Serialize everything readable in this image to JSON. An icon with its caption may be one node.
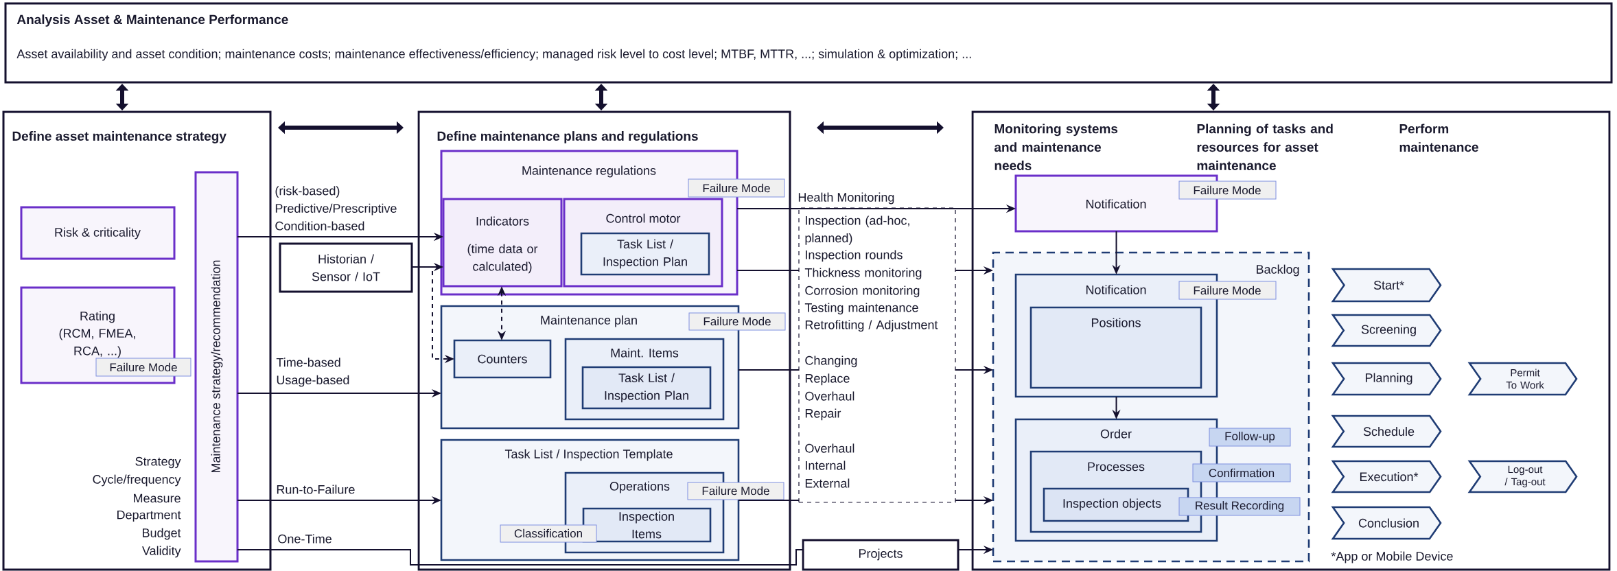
{
  "diagram": {
    "nodes": [
      {
        "text": [
          "Analysis Asset & Maintenance Performance",
          "Asset availability and asset condition; maintenance costs; maintenance effectiveness/efficiency; managed risk level to cost level; MTBF, MTTR, ...; simulation & optimization; ..."
        ]
      },
      {
        "text": [
          "Define asset maintenance strategy"
        ]
      },
      {
        "text": [
          "Risk & criticality"
        ],
        "in": 1
      },
      {
        "text": [
          "Rating",
          "(RCM, FMEA, RCA, ...)"
        ],
        "in": 1
      },
      {
        "text": [
          "Failure Mode"
        ],
        "in": 1
      },
      {
        "text": [
          "Maintenance strategy/recommendation"
        ],
        "in": 1
      },
      {
        "text": [
          "Define maintenance plans and regulations"
        ]
      },
      {
        "text": [
          "Maintenance regulations"
        ],
        "in": 6
      },
      {
        "text": [
          "Failure Mode"
        ],
        "in": 6
      },
      {
        "text": [
          "Indicators",
          "(time data or calculated)"
        ],
        "in": 7
      },
      {
        "text": [
          "Control motor"
        ],
        "in": 7
      },
      {
        "text": [
          "Task List / Inspection Plan"
        ],
        "in": 10
      },
      {
        "text": [
          "Maintenance plan"
        ],
        "in": 6
      },
      {
        "text": [
          "Failure Mode"
        ],
        "in": 6
      },
      {
        "text": [
          "Counters"
        ],
        "in": 12
      },
      {
        "text": [
          "Maint. Items"
        ],
        "in": 12
      },
      {
        "text": [
          "Task List / Inspection Plan"
        ],
        "in": 15
      },
      {
        "text": [
          "Task List / Inspection Template"
        ],
        "in": 6
      },
      {
        "text": [
          "Operations"
        ],
        "in": 17
      },
      {
        "text": [
          "Failure Mode"
        ],
        "in": 6
      },
      {
        "text": [
          "Inspection Items"
        ],
        "in": 18
      },
      {
        "text": [
          "Classification"
        ],
        "in": 17
      },
      {
        "text": [
          "Historian / Sensor / IoT"
        ]
      },
      {
        "text": [
          "Health Monitoring",
          "Inspection (ad-hoc, planned)",
          "Inspection rounds",
          "Thickness monitoring",
          "Corrosion monitoring",
          "Testing maintenance",
          "Retrofitting / Adjustment",
          "Changing",
          "Replace",
          "Overhaul",
          "Repair",
          "Overhaul",
          "Internal",
          "External"
        ]
      },
      {
        "text": [
          "Projects"
        ]
      },
      {
        "text": [
          "Monitoring systems and maintenance needs",
          "Planning of tasks and resources for asset maintenance",
          "Perform maintenance"
        ]
      },
      {
        "text": [
          "Notification"
        ],
        "in": 25
      },
      {
        "text": [
          "Failure Mode"
        ],
        "in": 25
      },
      {
        "text": [
          "Backlog"
        ],
        "in": 25
      },
      {
        "text": [
          "Notification"
        ],
        "in": 28
      },
      {
        "text": [
          "Failure Mode"
        ],
        "in": 28
      },
      {
        "text": [
          "Positions"
        ],
        "in": 29
      },
      {
        "text": [
          "Order"
        ],
        "in": 28
      },
      {
        "text": [
          "Follow-up"
        ],
        "in": 28
      },
      {
        "text": [
          "Processes"
        ],
        "in": 32
      },
      {
        "text": [
          "Confirmation"
        ],
        "in": 28
      },
      {
        "text": [
          "Inspection objects"
        ],
        "in": 34
      },
      {
        "text": [
          "Result Recording"
        ],
        "in": 28
      },
      {
        "text": [
          "Start*"
        ],
        "in": 25
      },
      {
        "text": [
          "Screening"
        ],
        "in": 25
      },
      {
        "text": [
          "Planning"
        ],
        "in": 25
      },
      {
        "text": [
          "Permit To Work"
        ],
        "in": 25
      },
      {
        "text": [
          "Schedule"
        ],
        "in": 25
      },
      {
        "text": [
          "Execution*"
        ],
        "in": 25
      },
      {
        "text": [
          "Log-out / Tag-out"
        ],
        "in": 25
      },
      {
        "text": [
          "Conclusion"
        ],
        "in": 25
      }
    ],
    "edges": [
      {
        "from": 0,
        "to": 1,
        "arrow": "both",
        "style": "thick"
      },
      {
        "from": 0,
        "to": 6,
        "arrow": "both",
        "style": "thick"
      },
      {
        "from": 0,
        "to": 25,
        "arrow": "both",
        "style": "thick"
      },
      {
        "from": 1,
        "to": 6,
        "arrow": "both",
        "style": "thick"
      },
      {
        "from": 6,
        "to": 25,
        "arrow": "both",
        "style": "thick"
      },
      {
        "from": 5,
        "to": 9,
        "arrow": "to",
        "label": "(risk-based) Predictive/Prescriptive Condition-based"
      },
      {
        "from": 22,
        "to": 9,
        "arrow": "to"
      },
      {
        "from": 22,
        "to": 14,
        "arrow": "to",
        "style": "dashed"
      },
      {
        "from": 9,
        "to": 14,
        "arrow": "both",
        "style": "dashed"
      },
      {
        "from": 5,
        "to": 12,
        "arrow": "to",
        "label": "Time-based Usage-based"
      },
      {
        "from": 5,
        "to": 17,
        "arrow": "to",
        "label": "Run-to-Failure"
      },
      {
        "from": 5,
        "to": 24,
        "arrow": "none",
        "label": "One-Time"
      },
      {
        "from": 7,
        "to": 26,
        "arrow": "to"
      },
      {
        "from": 7,
        "to": 23,
        "arrow": "none"
      },
      {
        "from": 23,
        "to": 28,
        "arrow": "to"
      },
      {
        "from": 12,
        "to": 23,
        "arrow": "none"
      },
      {
        "from": 23,
        "to": 28,
        "arrow": "to"
      },
      {
        "from": 17,
        "to": 23,
        "arrow": "none"
      },
      {
        "from": 23,
        "to": 28,
        "arrow": "to"
      },
      {
        "from": 24,
        "to": 28,
        "arrow": "to"
      },
      {
        "from": 26,
        "to": 29,
        "arrow": "to"
      },
      {
        "from": 29,
        "to": 32,
        "arrow": "to"
      }
    ],
    "labels": [
      "Strategy",
      "Cycle/frequency",
      "Measure",
      "Department",
      "Budget",
      "Validity",
      "*App or Mobile Device"
    ]
  }
}
